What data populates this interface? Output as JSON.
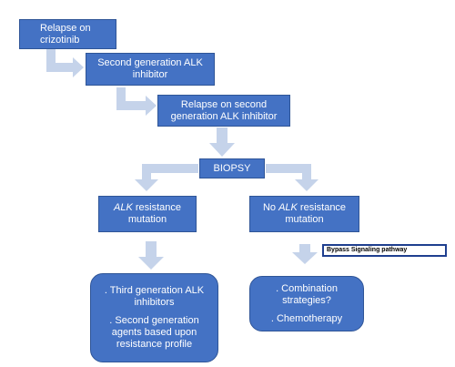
{
  "nodes": {
    "relapse_crizotinib": [
      "Relapse on",
      "crizotinib"
    ],
    "second_gen_alk": [
      "Second generation ALK",
      "inhibitor"
    ],
    "relapse_second_gen": [
      "Relapse on second",
      "generation ALK inhibitor"
    ],
    "biopsy": "BIOPSY",
    "alk_resistance": {
      "italic": "ALK",
      "rest": " resistance",
      "line2": "mutation"
    },
    "no_alk_resistance": {
      "prefix": "No ",
      "italic": "ALK",
      "rest": " resistance",
      "line2": "mutation"
    },
    "bypass_signaling": "Bypass Signaling pathway",
    "third_gen_box": {
      "item1": [
        ". Third generation ALK",
        "inhibitors"
      ],
      "item2": [
        ". Second generation",
        "agents based upon",
        "resistance profile"
      ]
    },
    "combination_box": {
      "item1": [
        ". Combination",
        "strategies?"
      ],
      "item2": [
        ". Chemotherapy"
      ]
    }
  },
  "colors": {
    "box_fill": "#4472c4",
    "box_border": "#2f5597",
    "arrow_fill": "#c5d3ea",
    "text": "#ffffff"
  }
}
